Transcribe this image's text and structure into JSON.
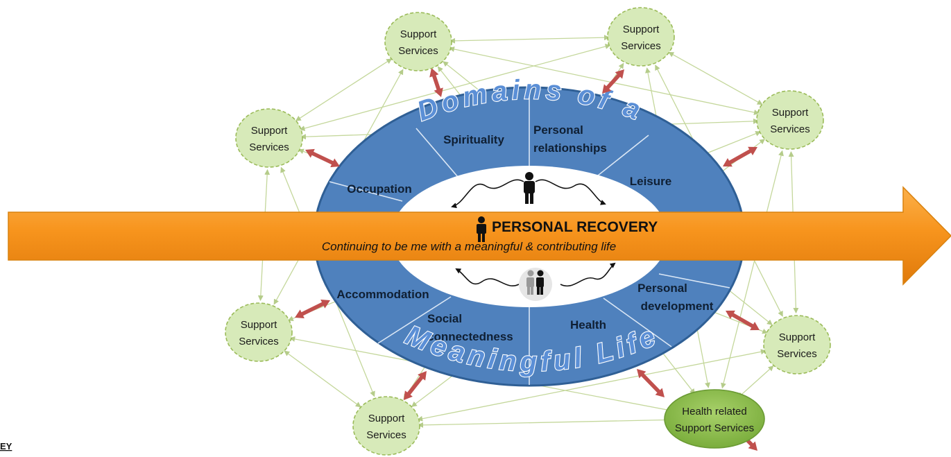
{
  "ring": {
    "title_top": "Domains of a",
    "title_bottom": "Meaningful Life"
  },
  "domains": {
    "spirituality": "Spirituality",
    "relationships_1": "Personal",
    "relationships_2": "relationships",
    "leisure": "Leisure",
    "occupation": "Occupation",
    "accommodation": "Accommodation",
    "social_1": "Social",
    "social_2": "connectedness",
    "health": "Health",
    "development_1": "Personal",
    "development_2": "development"
  },
  "recovery": {
    "title": "PERSONAL RECOVERY",
    "subtitle": "Continuing to be me with a meaningful & contributing life"
  },
  "support_nodes": [
    {
      "line1": "Support",
      "line2": "Services"
    },
    {
      "line1": "Support",
      "line2": "Services"
    },
    {
      "line1": "Support",
      "line2": "Services"
    },
    {
      "line1": "Support",
      "line2": "Services"
    },
    {
      "line1": "Support",
      "line2": "Services"
    },
    {
      "line1": "Support",
      "line2": "Services"
    },
    {
      "line1": "Support",
      "line2": "Services"
    },
    {
      "line1": "Health related",
      "line2": "Support Services"
    }
  ],
  "corner_label": "EY",
  "colors": {
    "ring_blue": "#4f81bd",
    "ring_outline": "#2f5f95",
    "node_fill": "#d7eab9",
    "node_stroke": "#9bbb59",
    "health_node_fill": "#8fbf4f",
    "arrow_orange": "#f7941d",
    "connector_red": "#c0504d",
    "mesh_green": "#c4d79b"
  },
  "icons": [
    "person-icon",
    "person-pair-icon",
    "curved-arrow-icon"
  ]
}
